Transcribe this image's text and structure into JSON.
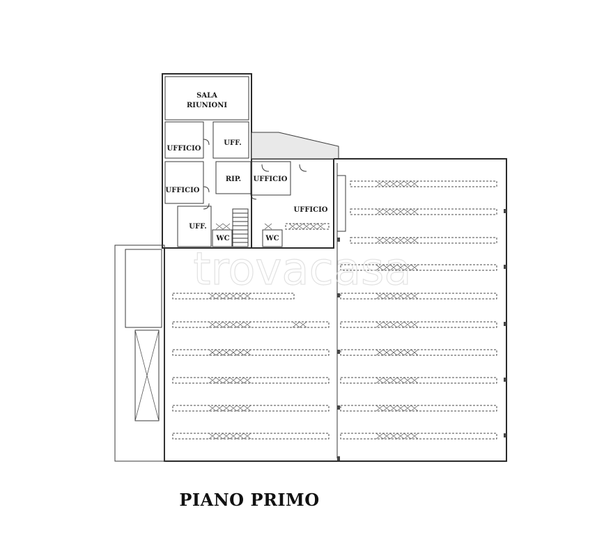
{
  "title": "PIANO PRIMO",
  "watermark": "trovacasa",
  "rooms": {
    "sala_riunioni_line1": "SALA",
    "sala_riunioni_line2": "RIUNIONI",
    "ufficio_top_left": "UFFICIO",
    "uff_top_right": "UFF.",
    "ufficio_mid_left": "UFFICIO",
    "rip": "RIP.",
    "ufficio_mid_right": "UFFICIO",
    "ufficio_large": "UFFICIO",
    "uff_bottom": "UFF.",
    "wc_left": "WC",
    "wc_right": "WC"
  },
  "colors": {
    "walls": "#2a2a2a",
    "background": "#ffffff",
    "watermark": "#d8d8d8"
  }
}
